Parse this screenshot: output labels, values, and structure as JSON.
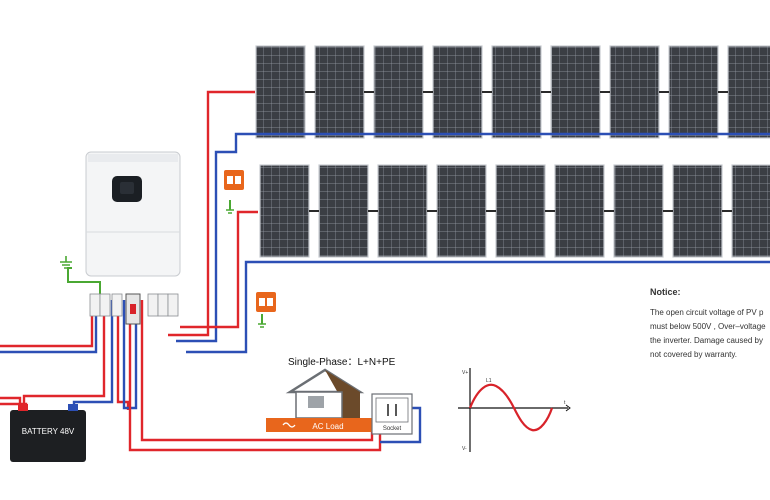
{
  "battery": {
    "label": "BATTERY 48V"
  },
  "load": {
    "title": "Single-Phase：L+N+PE",
    "ac_label": "AC Load",
    "socket_label": "Socket"
  },
  "waveform": {
    "top_label": "V+",
    "bottom_label": "V-",
    "curve_label": "L1",
    "axis_label": "t"
  },
  "notice": {
    "title": "Notice:",
    "lines": [
      "The open circuit voltage of PV p",
      "must below 500V , Over–voltage",
      "the inverter. Damage caused by",
      "not covered by warranty."
    ]
  },
  "pv": {
    "rows": 2,
    "panels_per_row": 9
  },
  "colors": {
    "positive": "#e0262b",
    "negative": "#2c4fb5",
    "ground": "#4aa832",
    "panel": "#3a3d42",
    "spd": "#e8661c"
  },
  "icons": [
    "inverter-icon",
    "battery-icon",
    "house-icon",
    "ground-icon",
    "surge-protector-icon",
    "breaker-icon",
    "socket-icon"
  ]
}
